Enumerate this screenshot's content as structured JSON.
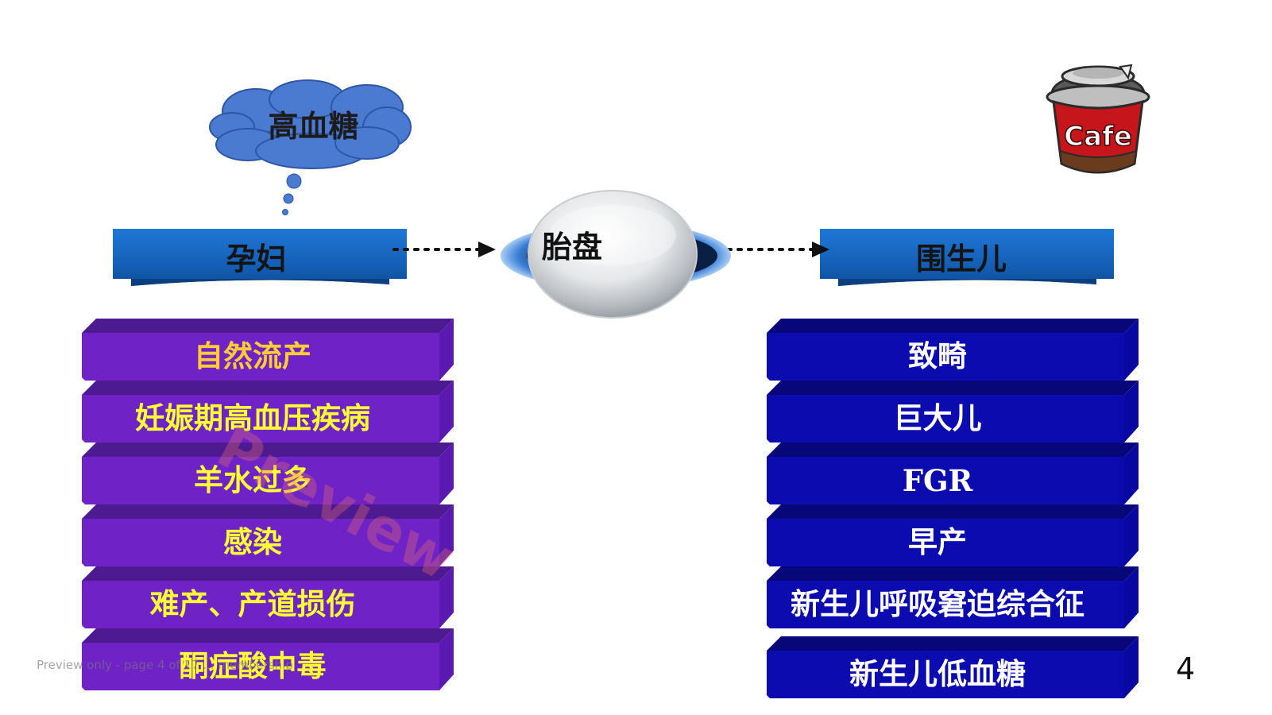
{
  "cloud": {
    "label": "高血糖"
  },
  "mother": {
    "label": "孕妇"
  },
  "placenta": {
    "label": "胎盘"
  },
  "newborn": {
    "label": "围生儿"
  },
  "mother_effects": [
    "自然流产",
    "妊娠期高血压疾病",
    "羊水过多",
    "感染",
    "难产、产道损伤",
    "酮症酸中毒"
  ],
  "newborn_effects": [
    "致畸",
    "巨大儿",
    "FGR",
    "早产",
    "新生儿呼吸窘迫综合征",
    "新生儿低血糖"
  ],
  "cafe_logo": {
    "text": "Cafe",
    "icon": "coffee-cup-icon"
  },
  "watermark": "Preview",
  "footer_note": "Preview only - page 4 of 17 ... membership",
  "page_number": "4",
  "colors": {
    "banner_blue": "#1769c4",
    "cloud_blue": "#4a7bd0",
    "left_bar": "#6f23c7",
    "right_bar": "#0b0bb0",
    "left_text": "#ffff33",
    "right_text": "#ffffff"
  }
}
